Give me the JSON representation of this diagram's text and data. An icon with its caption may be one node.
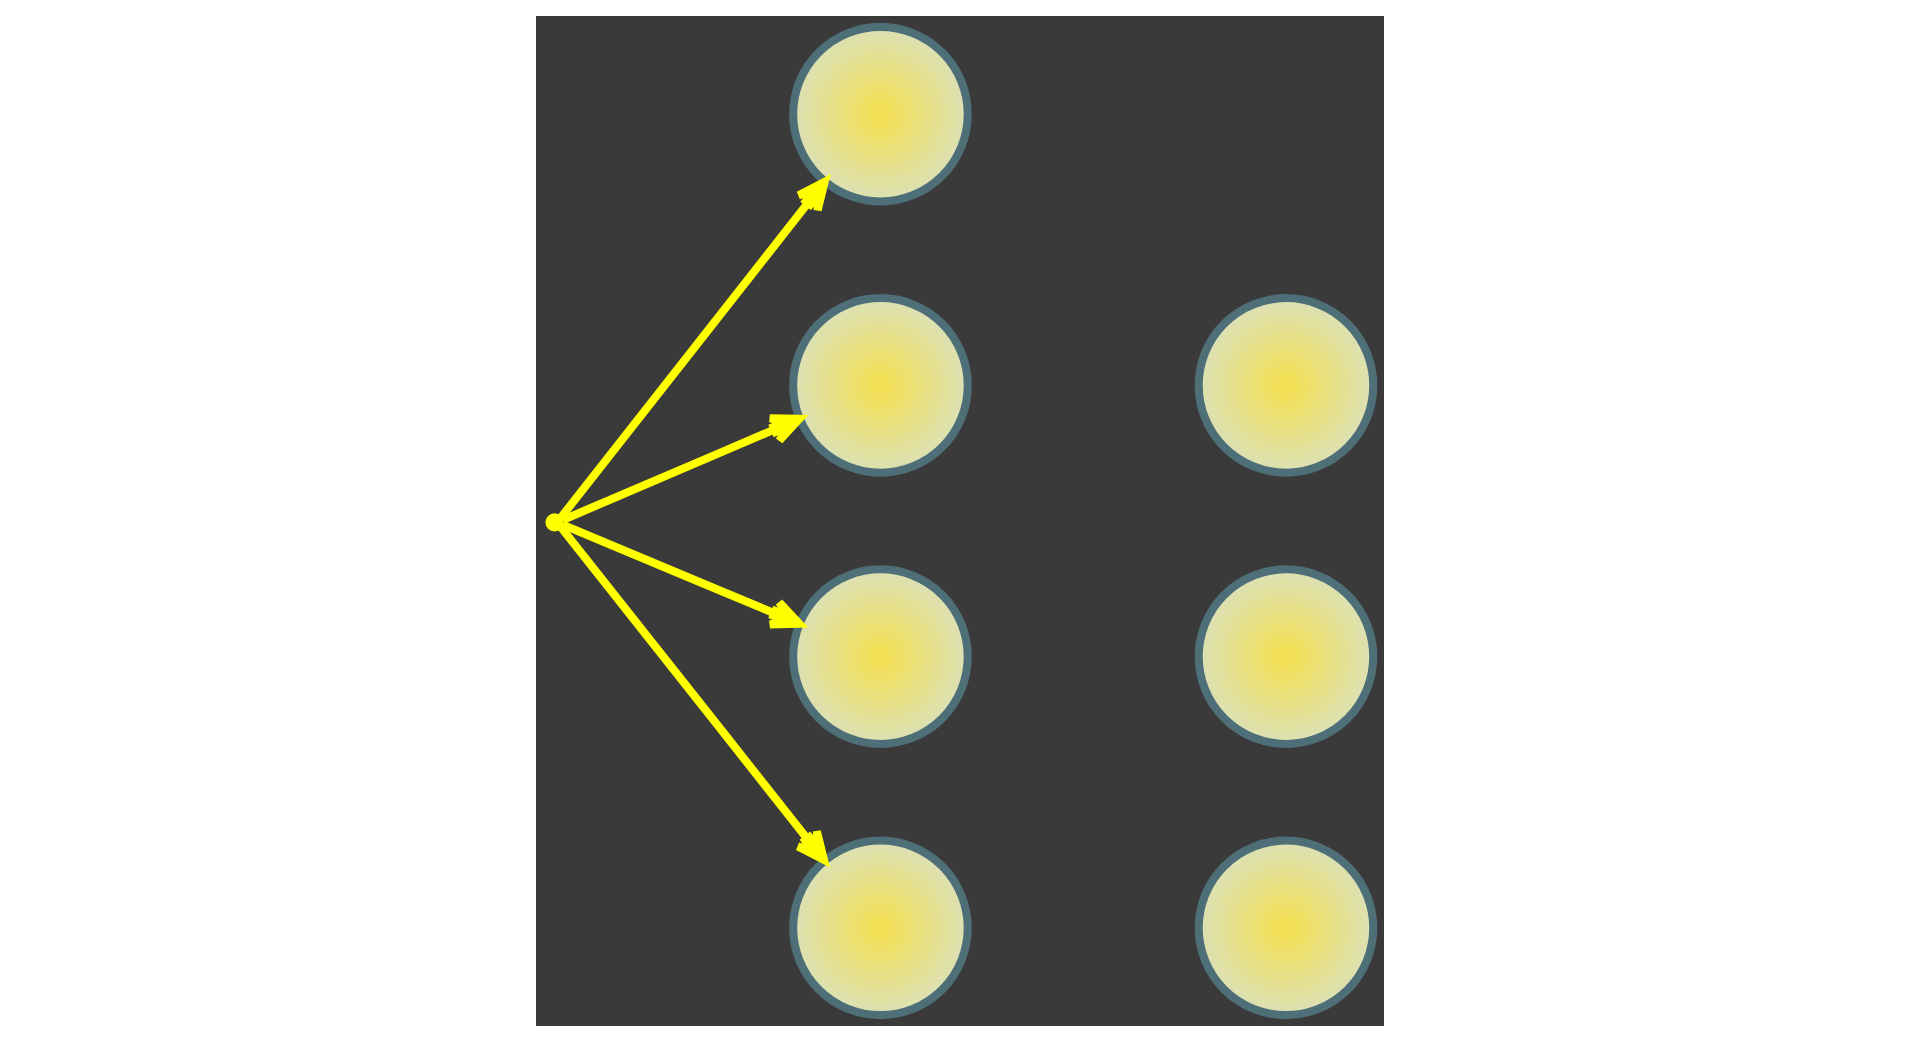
{
  "diagram": {
    "nodes": [
      {
        "text": [],
        "shape": "point"
      },
      {
        "text": [],
        "shape": "circle"
      },
      {
        "text": [],
        "shape": "circle"
      },
      {
        "text": [],
        "shape": "circle"
      },
      {
        "text": [],
        "shape": "circle"
      },
      {
        "text": [],
        "shape": "circle"
      },
      {
        "text": [],
        "shape": "circle"
      },
      {
        "text": [],
        "shape": "circle"
      }
    ],
    "edges": [
      {
        "from": 0,
        "to": 3,
        "arrow": "to"
      },
      {
        "from": 0,
        "to": 2,
        "arrow": "to"
      },
      {
        "from": 0,
        "to": 4,
        "arrow": "to"
      },
      {
        "from": 0,
        "to": 1,
        "arrow": "to"
      }
    ]
  }
}
